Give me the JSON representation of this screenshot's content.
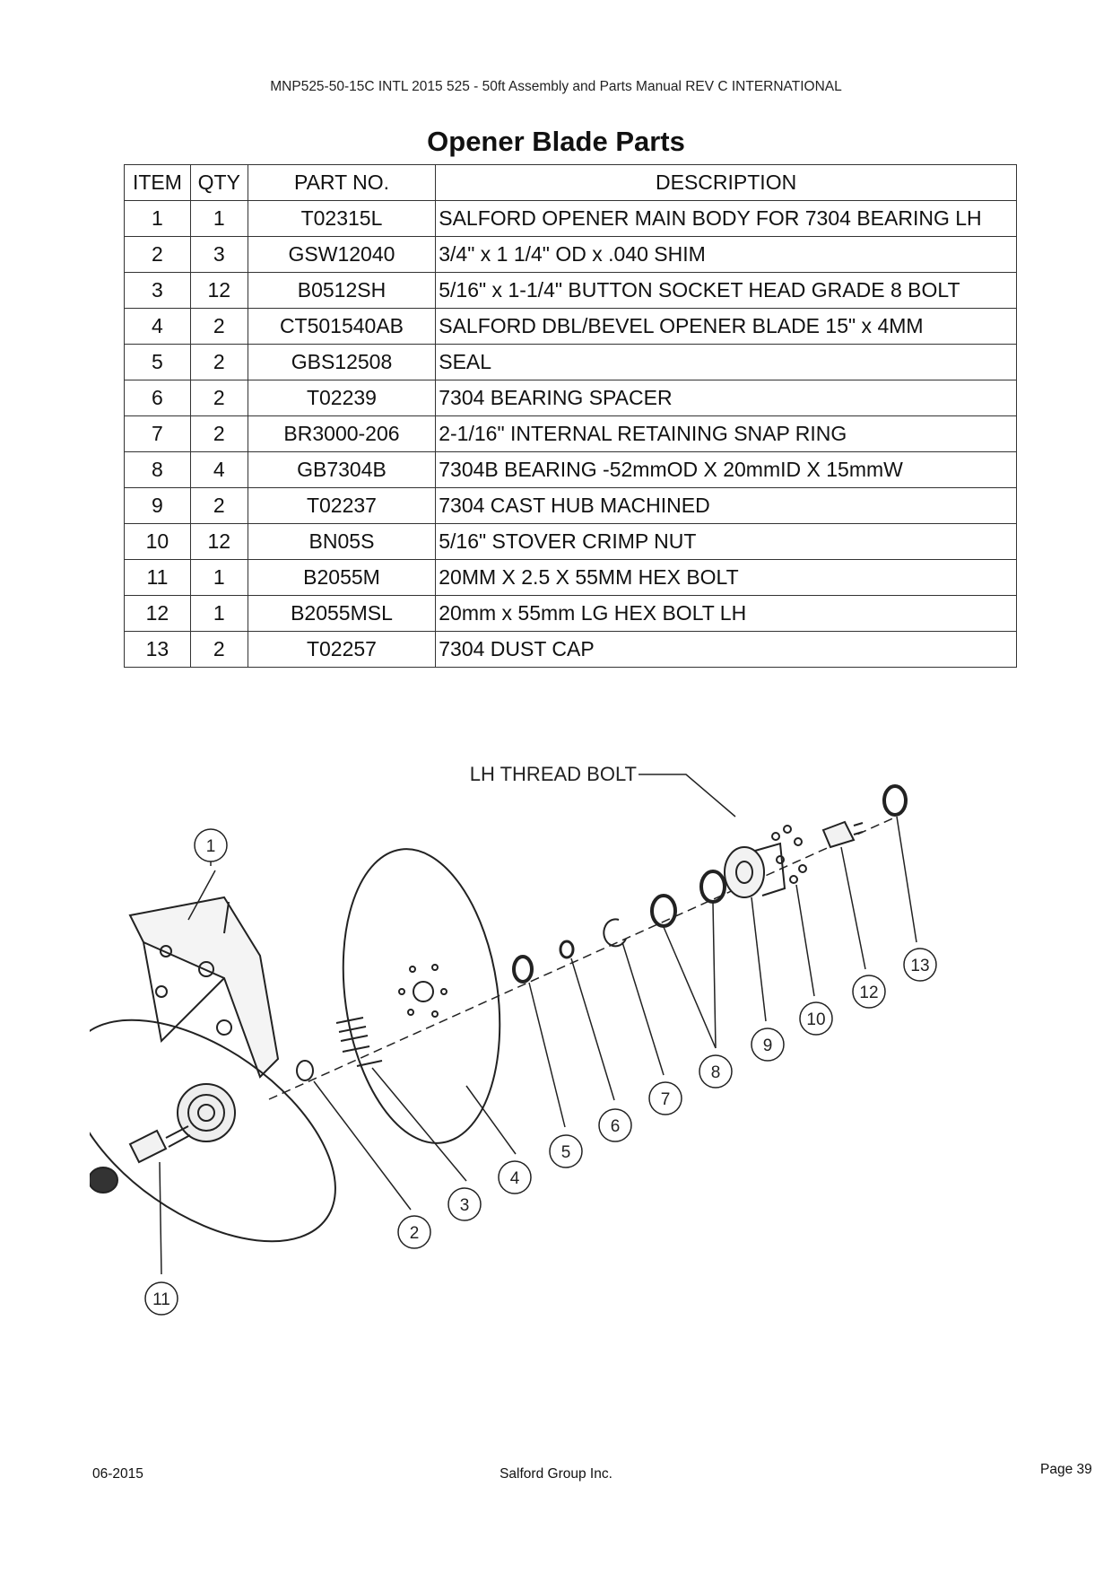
{
  "header": "MNP525-50-15C INTL 2015 525 - 50ft Assembly and Parts Manual REV C INTERNATIONAL",
  "title": "Opener Blade Parts",
  "table": {
    "columns": [
      "ITEM",
      "QTY",
      "PART NO.",
      "DESCRIPTION"
    ],
    "rows": [
      {
        "item": "1",
        "qty": "1",
        "part": "T02315L",
        "desc": "SALFORD OPENER MAIN BODY FOR 7304 BEARING LH"
      },
      {
        "item": "2",
        "qty": "3",
        "part": "GSW12040",
        "desc": "3/4\" x 1 1/4\" OD x .040 SHIM"
      },
      {
        "item": "3",
        "qty": "12",
        "part": "B0512SH",
        "desc": "5/16\" x 1-1/4\" BUTTON SOCKET HEAD GRADE 8 BOLT"
      },
      {
        "item": "4",
        "qty": "2",
        "part": "CT501540AB",
        "desc": "SALFORD DBL/BEVEL OPENER BLADE 15\" x 4MM"
      },
      {
        "item": "5",
        "qty": "2",
        "part": "GBS12508",
        "desc": "SEAL"
      },
      {
        "item": "6",
        "qty": "2",
        "part": "T02239",
        "desc": "7304 BEARING SPACER"
      },
      {
        "item": "7",
        "qty": "2",
        "part": "BR3000-206",
        "desc": "2-1/16\" INTERNAL RETAINING SNAP RING"
      },
      {
        "item": "8",
        "qty": "4",
        "part": "GB7304B",
        "desc": "7304B BEARING -52mmOD X 20mmID X 15mmW"
      },
      {
        "item": "9",
        "qty": "2",
        "part": "T02237",
        "desc": "7304 CAST HUB MACHINED"
      },
      {
        "item": "10",
        "qty": "12",
        "part": "BN05S",
        "desc": "5/16\" STOVER CRIMP NUT"
      },
      {
        "item": "11",
        "qty": "1",
        "part": "B2055M",
        "desc": "20MM X 2.5 X 55MM HEX BOLT"
      },
      {
        "item": "12",
        "qty": "1",
        "part": "B2055MSL",
        "desc": "20mm x 55mm LG HEX BOLT LH"
      },
      {
        "item": "13",
        "qty": "2",
        "part": "T02257",
        "desc": "7304 DUST CAP"
      }
    ]
  },
  "diagram": {
    "lh_thread_label": "LH THREAD BOLT",
    "callouts": [
      "1",
      "2",
      "3",
      "4",
      "5",
      "6",
      "7",
      "8",
      "9",
      "10",
      "11",
      "12",
      "13"
    ]
  },
  "footer": {
    "date": "06-2015",
    "company": "Salford Group Inc.",
    "page": "Page 39"
  }
}
